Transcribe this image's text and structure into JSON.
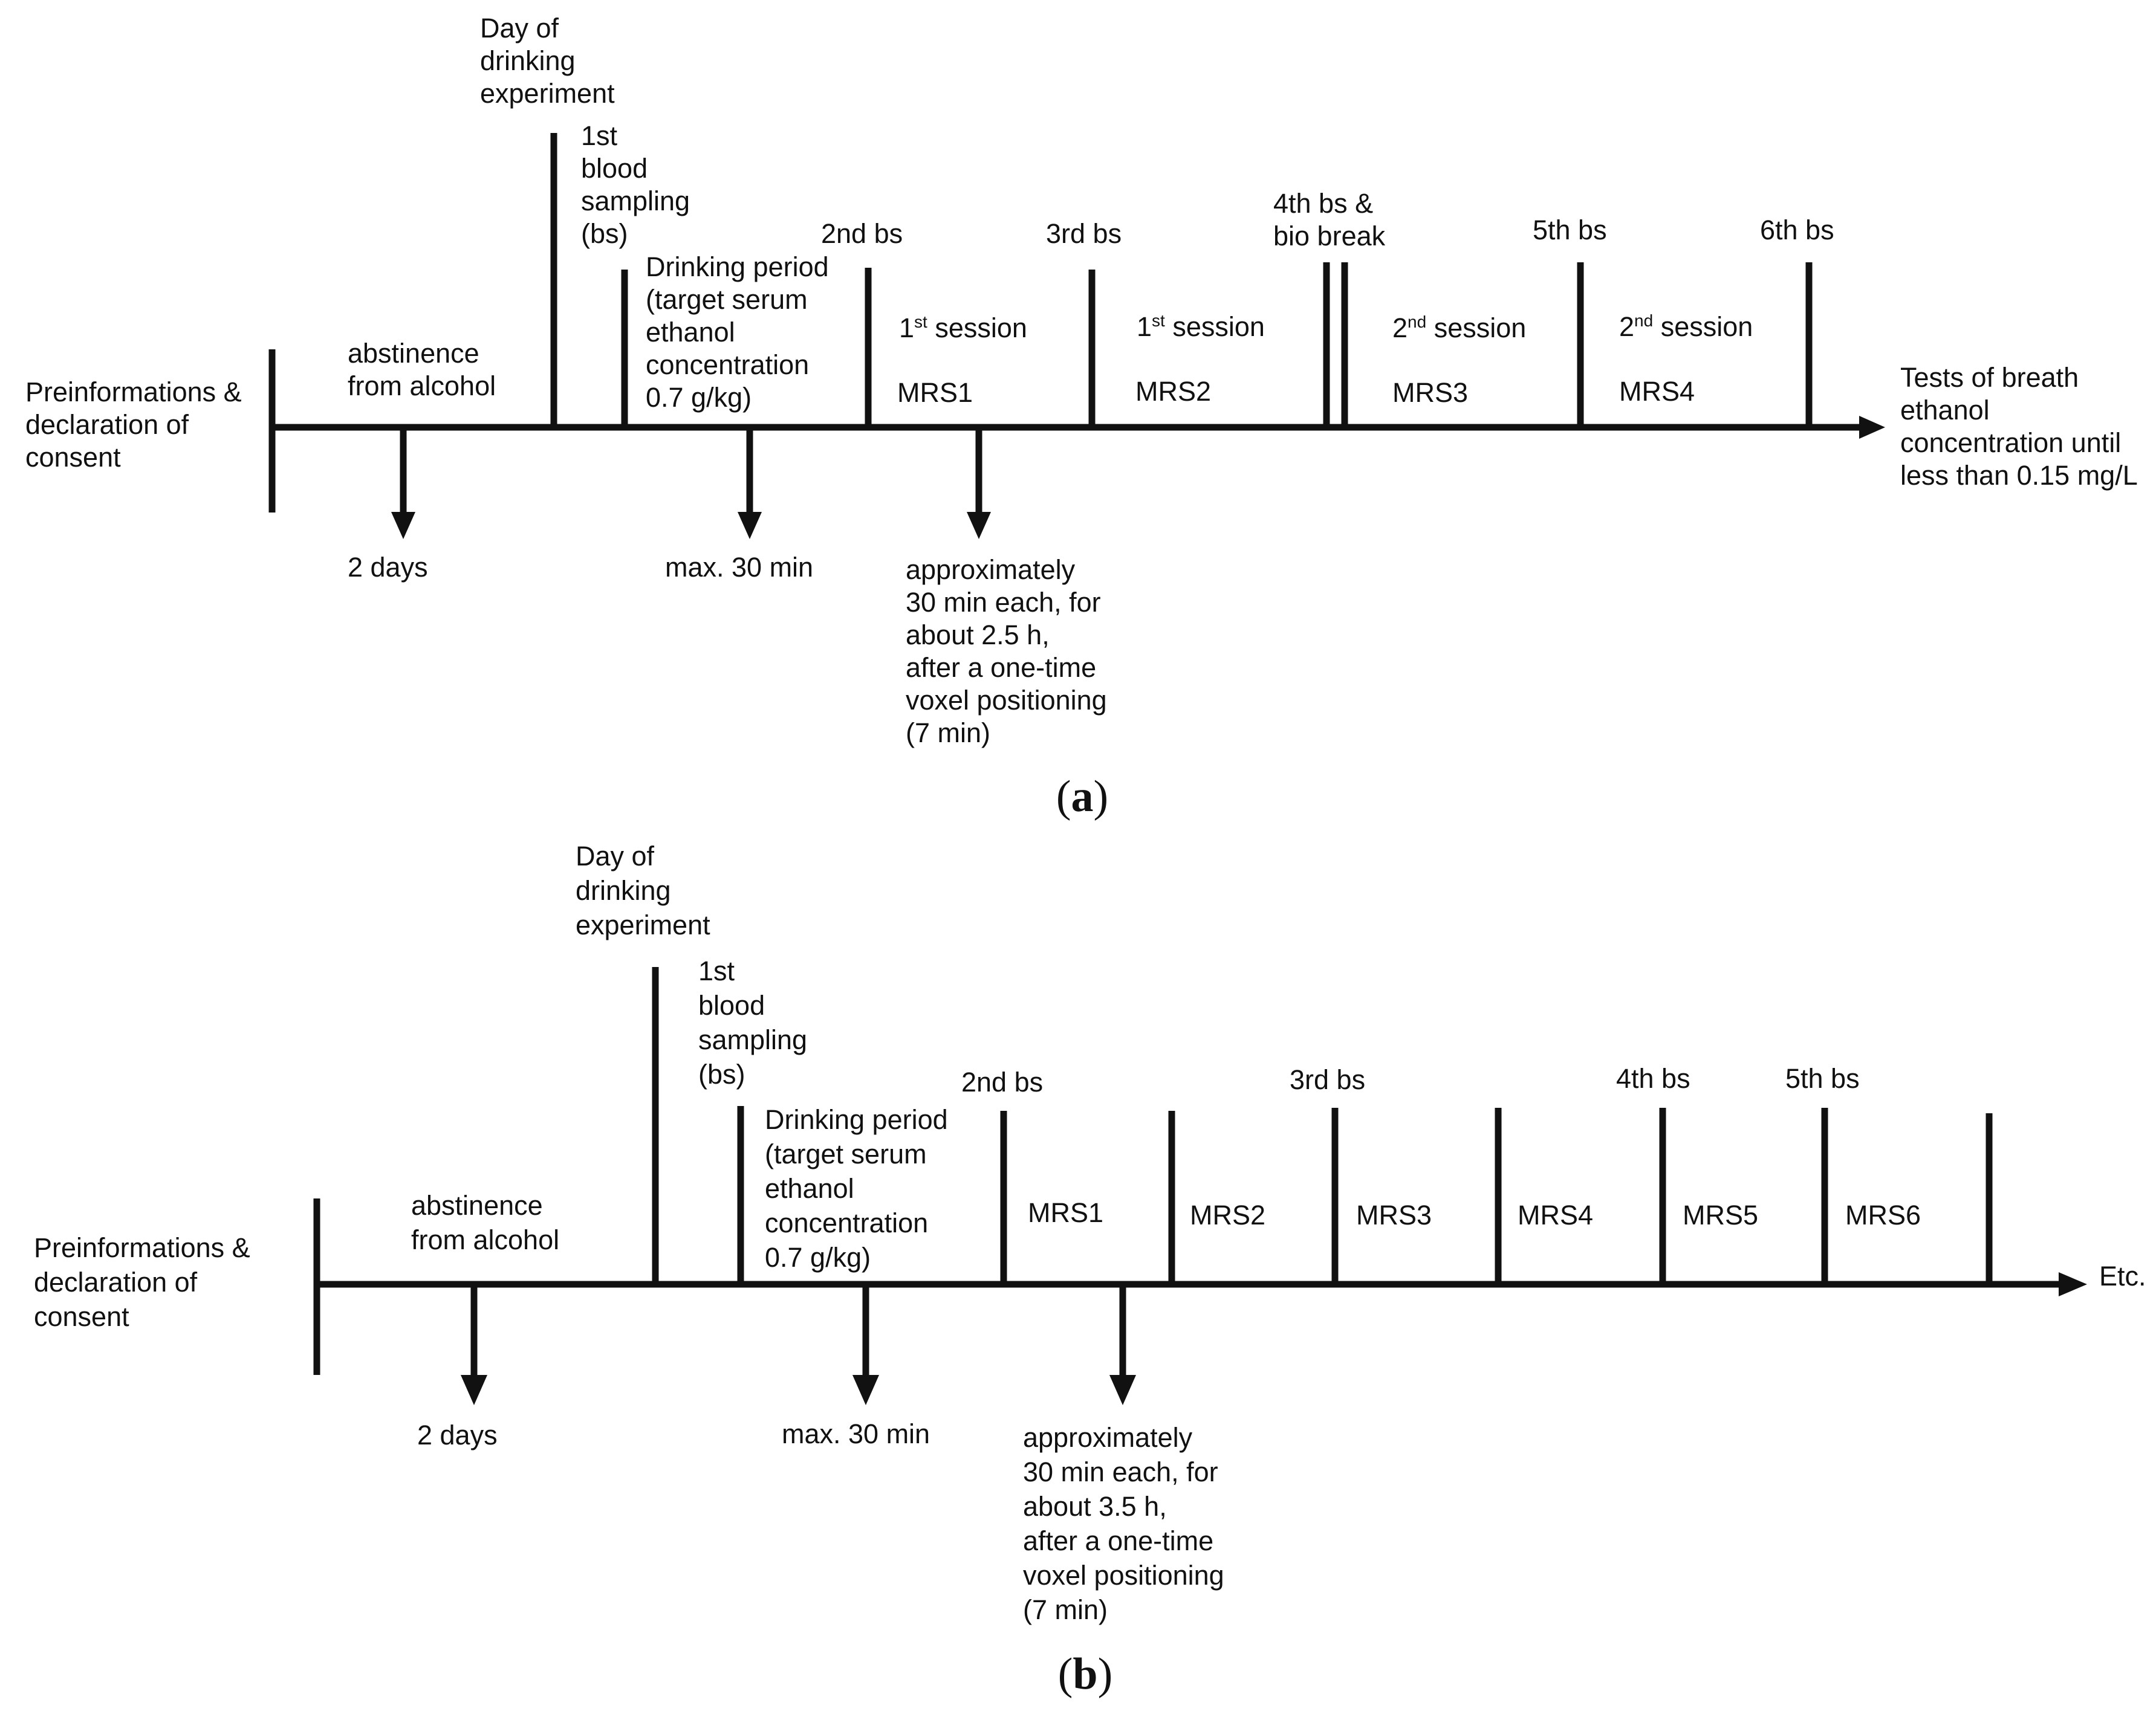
{
  "panel_a": {
    "caption": "a",
    "start_label": [
      "Preinformations &",
      "declaration of",
      "consent"
    ],
    "abstinence": [
      "abstinence",
      "from alcohol"
    ],
    "abstinence_arrow": "2 days",
    "day_of": [
      "Day of",
      "drinking",
      "experiment"
    ],
    "first_bs": [
      "1st",
      "blood",
      "sampling",
      "(bs)"
    ],
    "drinking": [
      "Drinking period",
      "(target serum",
      "ethanol",
      "concentration",
      "0.7 g/kg)"
    ],
    "drinking_arrow": "max. 30 min",
    "bs2": "2nd bs",
    "bs3": "3rd bs",
    "bs4": [
      "4th bs &",
      "bio break"
    ],
    "bs5": "5th bs",
    "bs6": "6th bs",
    "session1a": {
      "num": "1",
      "sup": "st",
      "word": " session"
    },
    "session1b": {
      "num": "1",
      "sup": "st",
      "word": " session"
    },
    "session2a": {
      "num": "2",
      "sup": "nd",
      "word": " session"
    },
    "session2b": {
      "num": "2",
      "sup": "nd",
      "word": " session"
    },
    "mrs": [
      "MRS1",
      "MRS2",
      "MRS3",
      "MRS4"
    ],
    "mrs_note": [
      "approximately",
      "30 min each, for",
      "about 2.5 h,",
      "after a one-time",
      "voxel positioning",
      "(7 min)"
    ],
    "end_label": [
      "Tests of breath",
      "ethanol",
      "concentration until",
      "less than 0.15 mg/L"
    ]
  },
  "panel_b": {
    "caption": "b",
    "start_label": [
      "Preinformations &",
      "declaration of",
      "consent"
    ],
    "abstinence": [
      "abstinence",
      "from alcohol"
    ],
    "abstinence_arrow": "2 days",
    "day_of": [
      "Day of",
      "drinking",
      "experiment"
    ],
    "first_bs": [
      "1st",
      "blood",
      "sampling",
      "(bs)"
    ],
    "drinking": [
      "Drinking period",
      "(target serum",
      "ethanol",
      "concentration",
      "0.7 g/kg)"
    ],
    "drinking_arrow": "max. 30 min",
    "bs2": "2nd bs",
    "bs3": "3rd bs",
    "bs4": "4th bs",
    "bs5": "5th bs",
    "mrs": [
      "MRS1",
      "MRS2",
      "MRS3",
      "MRS4",
      "MRS5",
      "MRS6"
    ],
    "mrs_note": [
      "approximately",
      "30 min each, for",
      "about 3.5 h,",
      "after a one-time",
      "voxel positioning",
      "(7 min)"
    ],
    "end_label": "Etc."
  }
}
